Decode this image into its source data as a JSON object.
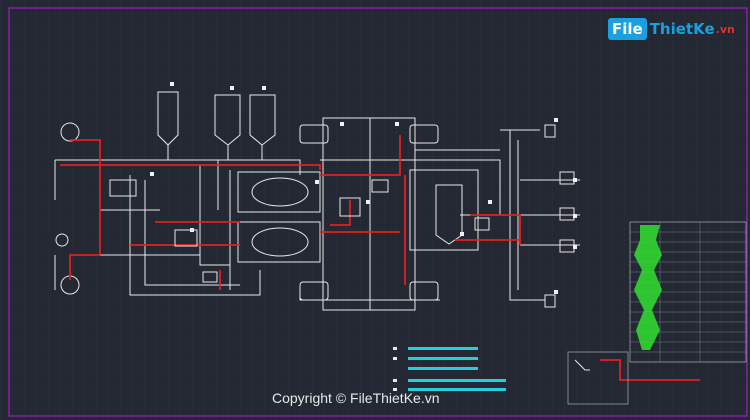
{
  "watermark": {
    "brand_badge": "File",
    "brand_text": "ThietKe",
    "brand_suffix": ".vn"
  },
  "copyright": "Copyright © FileThietKe.vn",
  "colors": {
    "background": "#232833",
    "frame": "#a020c0",
    "pipe_red": "#e02020",
    "line_white": "#e8e8e8",
    "legend_cyan": "#20d0e0",
    "highlight_green": "#30e030"
  },
  "icons": [
    "cad-drawing-canvas",
    "brand-logo"
  ]
}
